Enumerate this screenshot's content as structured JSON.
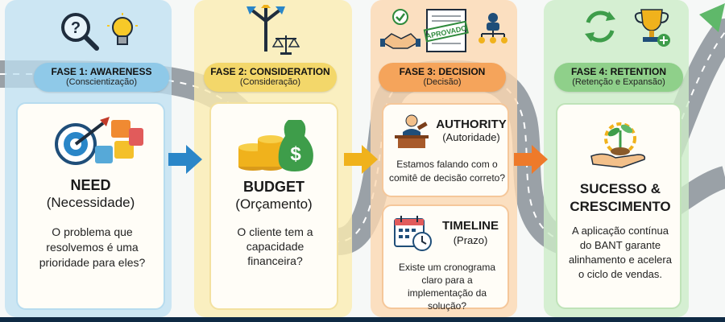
{
  "phases": [
    {
      "title": "FASE 1: AWARENESS",
      "subtitle": "(Conscientização)",
      "color": "#8fc9e8",
      "card_title": "NEED",
      "card_subtitle": "(Necessidade)",
      "question": "O problema que resolvemos é uma prioridade para eles?",
      "icons": [
        "magnifier-question-icon",
        "lightbulb-icon",
        "target-puzzle-icon"
      ]
    },
    {
      "title": "FASE 2: CONSIDERATION",
      "subtitle": "(Consideração)",
      "color": "#f3d76a",
      "card_title": "BUDGET",
      "card_subtitle": "(Orçamento)",
      "question": "O cliente tem a capacidade financeira?",
      "icons": [
        "signpost-arrows-icon",
        "balance-scale-icon",
        "money-bag-coins-icon"
      ]
    },
    {
      "title": "FASE 3: DECISION",
      "subtitle": "(Decisão)",
      "color": "#f5a45b",
      "stamp": "APROVADO",
      "cards": [
        {
          "title": "AUTHORITY",
          "subtitle": "(Autoridade)",
          "question": "Estamos falando com o comitê de decisão correto?"
        },
        {
          "title": "TIMELINE",
          "subtitle": "(Prazo)",
          "question": "Existe um cronograma claro para a implementação da solução?"
        }
      ],
      "icons": [
        "checkmark-circle-icon",
        "handshake-icon",
        "approved-document-icon",
        "org-chart-icon",
        "judge-podium-icon",
        "calendar-clock-icon"
      ]
    },
    {
      "title": "FASE 4: RETENTION",
      "subtitle": "(Retenção e Expansão)",
      "color": "#8fd08a",
      "card_title": "SUCESSO & CRESCIMENTO",
      "question": "A aplicação contínua do BANT garante alinhamento e acelera o ciclo de vendas.",
      "icons": [
        "recycle-arrows-icon",
        "trophy-icon",
        "plant-hand-icon"
      ]
    }
  ],
  "arrow_colors": [
    "#2a86c8",
    "#f0b21c",
    "#ee7a2a"
  ]
}
